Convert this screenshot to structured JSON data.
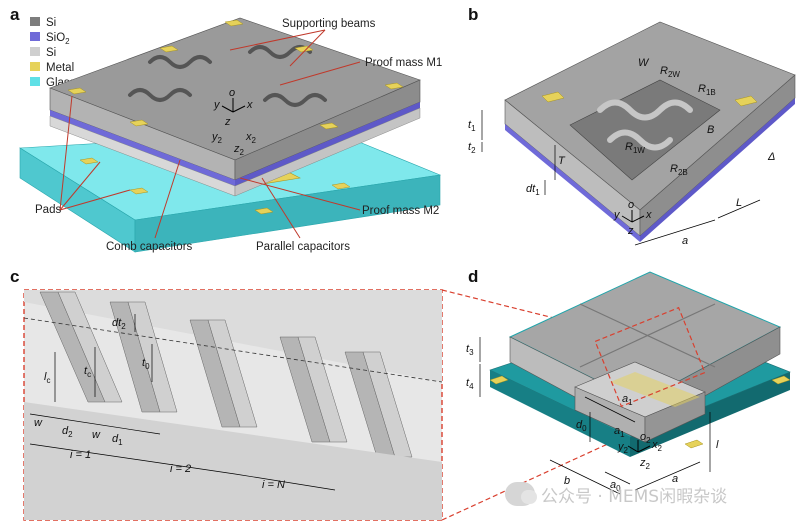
{
  "panels": {
    "a": {
      "label": "a",
      "legend": [
        {
          "text": "Si",
          "color": "#7d7d7d"
        },
        {
          "text": "SiO",
          "sub": "2",
          "color": "#6f6ad8"
        },
        {
          "text": "Si",
          "color": "#cfcfcf"
        },
        {
          "text": "Metal",
          "color": "#e6d25a"
        },
        {
          "text": "Glass",
          "color": "#5fe0e6"
        }
      ],
      "annotations": {
        "supporting_beams": "Supporting beams",
        "proof_mass_m1": "Proof mass M1",
        "proof_mass_m2": "Proof mass M2",
        "pads": "Pads",
        "comb_capacitors": "Comb capacitors",
        "parallel_capacitors": "Parallel capacitors"
      },
      "axes": {
        "o": "o",
        "x": "x",
        "y": "y",
        "z": "z",
        "x2": "x",
        "x2_sub": "2",
        "y2": "y",
        "y2_sub": "2",
        "z2": "z",
        "z2_sub": "2"
      }
    },
    "b": {
      "label": "b",
      "symbols": {
        "W": "W",
        "R2W": "R",
        "R2W_sub": "2W",
        "R1B": "R",
        "R1B_sub": "1B",
        "B": "B",
        "R1W": "R",
        "R1W_sub": "1W",
        "R2B": "R",
        "R2B_sub": "2B",
        "t1": "t",
        "t1_sub": "1",
        "t2": "t",
        "t2_sub": "2",
        "T": "T",
        "dt1": "dt",
        "dt1_sub": "1",
        "delta": "Δ",
        "L": "L",
        "a": "a",
        "o": "o",
        "x": "x",
        "y": "y",
        "z": "z"
      }
    },
    "c": {
      "label": "c",
      "symbols": {
        "dt2": "dt",
        "dt2_sub": "2",
        "lc": "l",
        "lc_sub": "c",
        "tc": "t",
        "tc_sub": "c",
        "t0": "t",
        "t0_sub": "0",
        "w1": "w",
        "d2": "d",
        "d2_sub": "2",
        "w2": "w",
        "d1": "d",
        "d1_sub": "1",
        "i1": "i = 1",
        "i2": "i = 2",
        "iN": "i = N"
      }
    },
    "d": {
      "label": "d",
      "symbols": {
        "t3": "t",
        "t3_sub": "3",
        "t4": "t",
        "t4_sub": "4",
        "a1_top": "a",
        "a1_top_sub": "1",
        "a1": "a",
        "a1_sub": "1",
        "d0": "d",
        "d0_sub": "0",
        "o2": "o",
        "o2_sub": "2",
        "x2": "x",
        "x2_sub": "2",
        "z2": "z",
        "z2_sub": "2",
        "y2": "y",
        "y2_sub": "2",
        "b": "b",
        "a0": "a",
        "a0_sub": "0",
        "a": "a",
        "l": "l"
      }
    }
  },
  "watermark": "公众号 · MEMS闲暇杂谈"
}
